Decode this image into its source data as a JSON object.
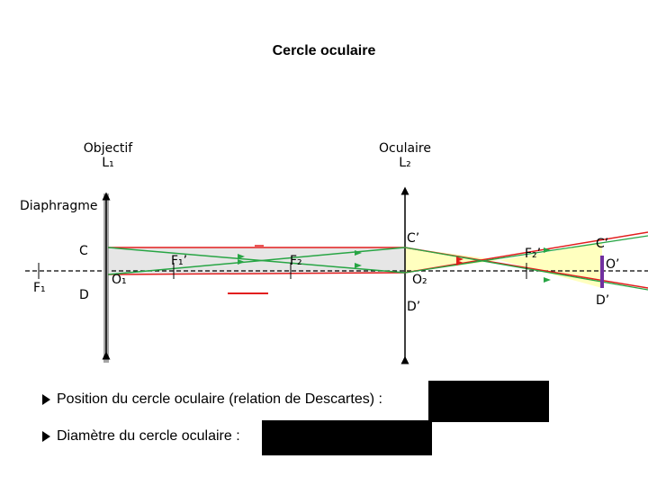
{
  "title": "Cercle oculaire",
  "labels": {
    "objectif_name": "Objectif",
    "objectif_lens": "L₁",
    "oculaire_name": "Oculaire",
    "oculaire_lens": "L₂",
    "diaphragme": "Diaphragme",
    "C": "C",
    "D": "D",
    "F1": "F₁",
    "O1": "O₁",
    "F1_prime": "F₁’",
    "F2": "F₂",
    "C_prime": "C’",
    "O2": "O₂",
    "D_prime": "D’",
    "F2_prime": "F₂’",
    "C_prime_right": "C’",
    "O_prime": "O’",
    "D_prime_right": "D’"
  },
  "bullets": [
    "Position du cercle oculaire (relation de Descartes) :",
    "Diamètre du cercle oculaire :"
  ],
  "colors": {
    "red_ray": "#e21e1e",
    "green_ray": "#27a544",
    "objective_zone": "#e6e6e6",
    "ocular_zone": "#ffffbf",
    "eye_circle": "#7030a0"
  }
}
